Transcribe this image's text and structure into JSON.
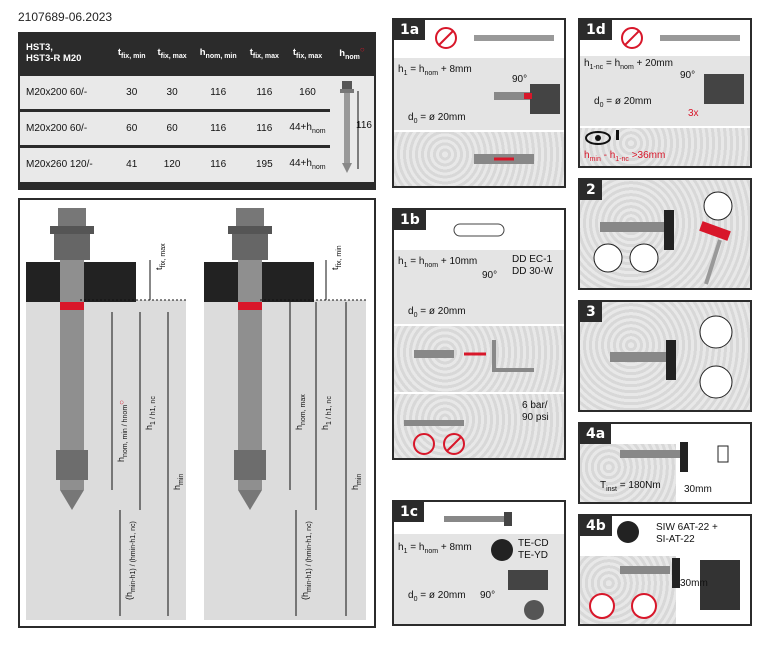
{
  "doc_id": "2107689-06.2023",
  "table": {
    "product_line1": "HST3,",
    "product_line2": "HST3-R M20",
    "headers": [
      "t",
      "t",
      "h",
      "t",
      "t",
      "h"
    ],
    "header_subs": [
      "fix, min",
      "fix, max",
      "nom, min",
      "fix, max",
      "fix, max",
      "nom"
    ],
    "rows": [
      {
        "name": "M20x200 60/-",
        "c1": "30",
        "c2": "30",
        "c3": "116",
        "c4": "116",
        "c5": "160"
      },
      {
        "name": "M20x200 60/-",
        "c1": "60",
        "c2": "60",
        "c3": "116",
        "c4": "116",
        "c5": "44+h",
        "c5_sub": "nom"
      },
      {
        "name": "M20x260 120/-",
        "c1": "41",
        "c2": "120",
        "c3": "116",
        "c4": "195",
        "c5": "44+h",
        "c5_sub": "nom"
      }
    ],
    "hnom_value": "116"
  },
  "drawing": {
    "left": {
      "tfix": "t",
      "tfix_sub": "fix, max",
      "hnom": "h",
      "hnom_sub": "nom, min / h",
      "hnom_sub2": "nom",
      "h1": "h",
      "h1_sub": "1 / h",
      "h1_sub2": "1, nc",
      "hmin": "h",
      "hmin_sub": "min",
      "bottom": "(h",
      "bottom_sub": "min-h1) / (hmin-h1, nc)"
    },
    "right": {
      "tfix": "t",
      "tfix_sub": "fix, min",
      "hnom": "h",
      "hnom_sub": "nom, max",
      "h1": "h",
      "h1_sub": "1 / h",
      "h1_sub2": "1, nc",
      "hmin": "h",
      "hmin_sub": "min",
      "bottom": "(h",
      "bottom_sub": "min-h1) / (hmin-h1, nc)"
    }
  },
  "panels": {
    "p1a": {
      "label": "1a",
      "h1": "h",
      "h1_sub": "1",
      "h1_rest": " = h",
      "h1_sub2": "nom",
      "h1_tail": " + 8mm",
      "angle": "90°",
      "d0": "d",
      "d0_sub": "0",
      "d0_tail": " = ø 20mm"
    },
    "p1b": {
      "label": "1b",
      "h1": "h",
      "h1_sub": "1",
      "h1_rest": " = h",
      "h1_sub2": "nom",
      "h1_tail": " + 10mm",
      "angle": "90°",
      "d0": "d",
      "d0_sub": "0",
      "d0_tail": " = ø 20mm",
      "tool1": "DD EC-1",
      "tool2": "DD 30-W",
      "pressure1": "6 bar/",
      "pressure2": "90 psi"
    },
    "p1c": {
      "label": "1c",
      "h1": "h",
      "h1_sub": "1",
      "h1_rest": " = h",
      "h1_sub2": "nom",
      "h1_tail": " + 8mm",
      "angle": "90°",
      "d0": "d",
      "d0_sub": "0",
      "d0_tail": " = ø 20mm",
      "tool1": "TE-CD",
      "tool2": "TE-YD"
    },
    "p1d": {
      "label": "1d",
      "h1": "h",
      "h1_sub": "1-nc",
      "h1_rest": " = h",
      "h1_sub2": "nom",
      "h1_tail": " + 20mm",
      "angle": "90°",
      "d0": "d",
      "d0_sub": "0",
      "d0_tail": " = ø 20mm",
      "times": "3x",
      "hmin": "h",
      "hmin_sub": "min",
      "hmin_rest": " - h",
      "hmin_sub2": "1-nc",
      "hmin_tail": " >36mm"
    },
    "p2": {
      "label": "2"
    },
    "p3": {
      "label": "3"
    },
    "p4a": {
      "label": "4a",
      "tinst": "T",
      "tinst_sub": "inst",
      "tinst_tail": " = 180Nm",
      "dist": "30mm"
    },
    "p4b": {
      "label": "4b",
      "tool1": "SIW 6AT-22 +",
      "tool2": "SI-AT-22",
      "dist": "30mm"
    }
  },
  "colors": {
    "dark": "#2b2b2b",
    "red": "#d8172a",
    "concrete": "#d9d9d9"
  }
}
